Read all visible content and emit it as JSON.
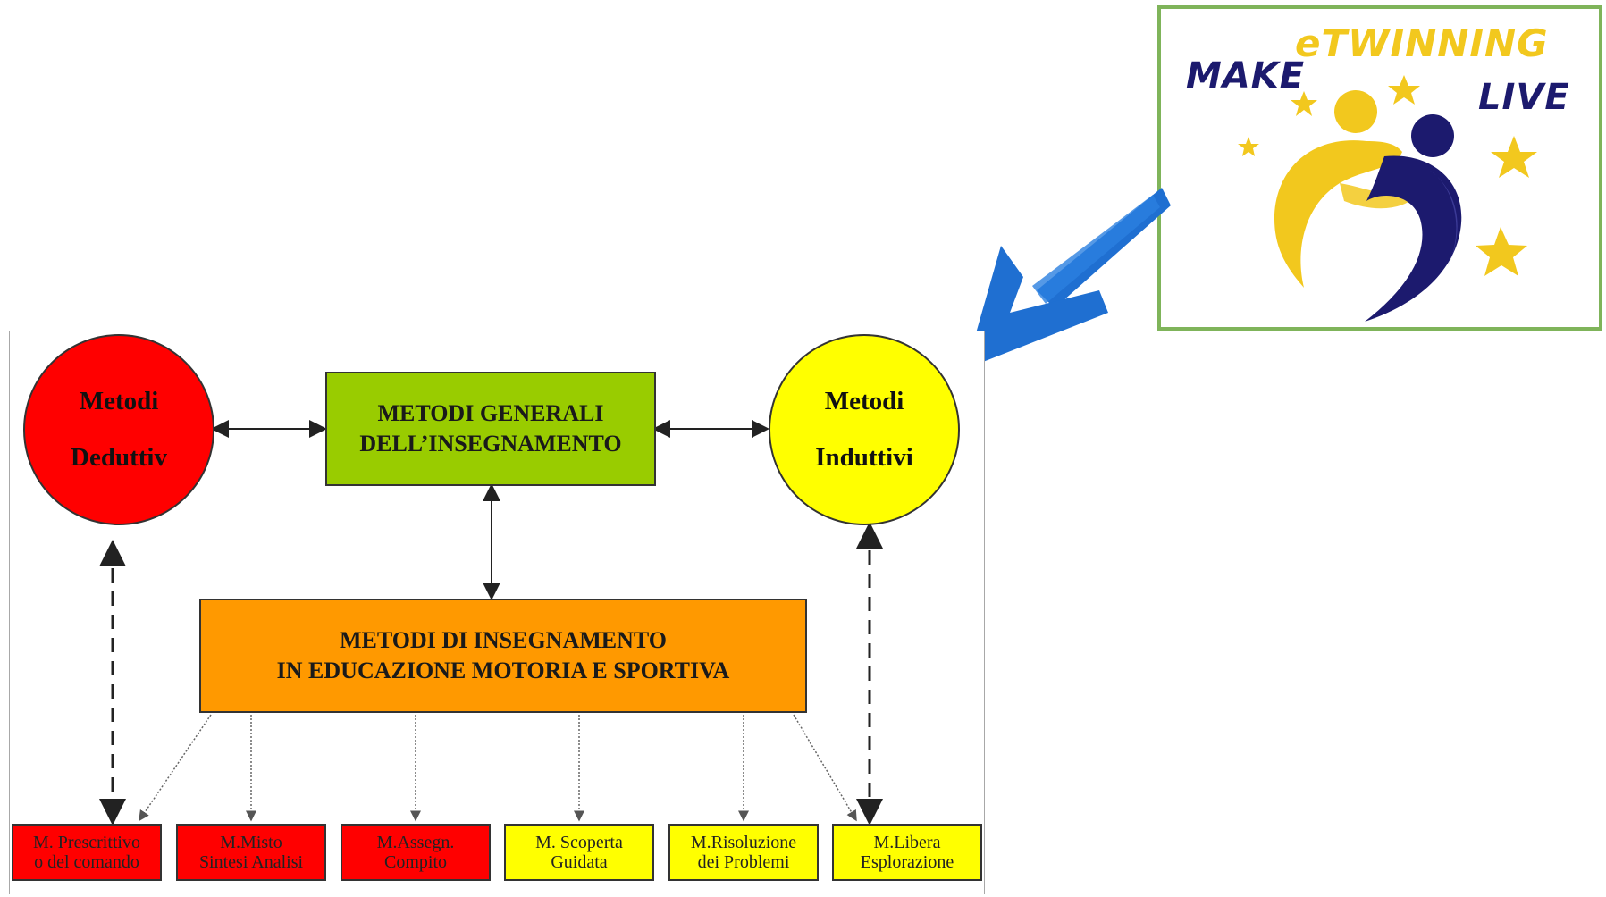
{
  "logo": {
    "word_make": "MAKE",
    "word_etwinning": "eTWINNING",
    "word_live": "LIVE",
    "colors": {
      "navy": "#1c1a6e",
      "yellow": "#f2c81e",
      "border": "#7fb45a"
    }
  },
  "pointer_arrow": {
    "color": "#1f6fd1",
    "icon": "blue-arrow-icon"
  },
  "diagram": {
    "left_circle": {
      "line1": "Metodi",
      "line2": "Deduttiv",
      "color": "#ff0000"
    },
    "right_circle": {
      "line1": "Metodi",
      "line2": "Induttivi",
      "color": "#ffff00"
    },
    "general_box": {
      "line1": "METODI GENERALI",
      "line2": "DELL’INSEGNAMENTO",
      "color": "#99cc00"
    },
    "teaching_box": {
      "line1": "METODI DI INSEGNAMENTO",
      "line2": "IN EDUCAZIONE MOTORIA E SPORTIVA",
      "color": "#ff9900"
    },
    "methods": [
      {
        "line1": "M. Prescrittivo",
        "line2": "o del comando",
        "color": "red"
      },
      {
        "line1": "M.Misto",
        "line2": "Sintesi Analisi",
        "color": "red"
      },
      {
        "line1": "M.Assegn.",
        "line2": "Compito",
        "color": "red"
      },
      {
        "line1": "M. Scoperta",
        "line2": "Guidata",
        "color": "yellow"
      },
      {
        "line1": "M.Risoluzione",
        "line2": "dei Problemi",
        "color": "yellow"
      },
      {
        "line1": "M.Libera",
        "line2": "Esplorazione",
        "color": "yellow"
      }
    ]
  }
}
